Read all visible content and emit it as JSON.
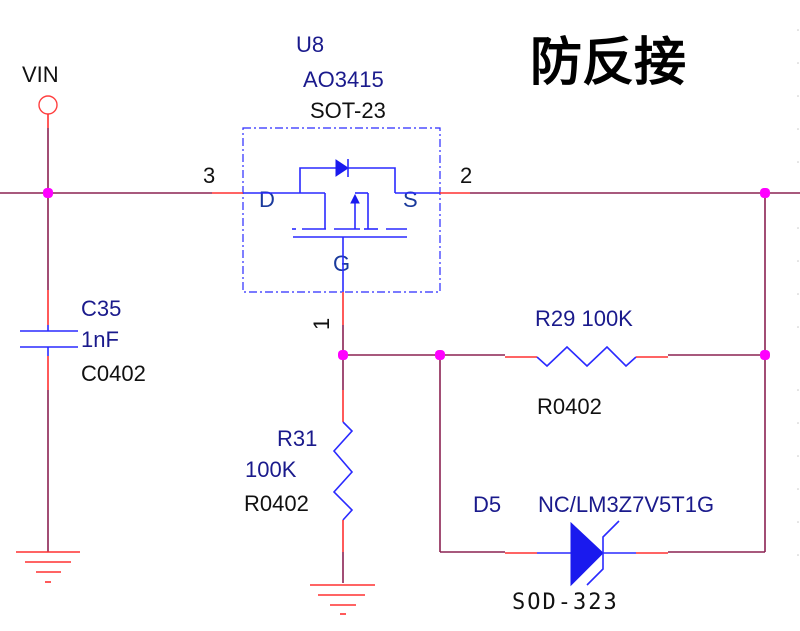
{
  "title": "防反接",
  "net_labels": {
    "vin": "VIN"
  },
  "components": {
    "u8": {
      "ref": "U8",
      "part": "AO3415",
      "package": "SOT-23",
      "pin_d_label": "D",
      "pin_s_label": "S",
      "pin_g_label": "G",
      "pin_d_num": "3",
      "pin_s_num": "2",
      "pin_g_num": "1"
    },
    "c35": {
      "ref": "C35",
      "value": "1nF",
      "package": "C0402"
    },
    "r31": {
      "ref": "R31",
      "value": "100K",
      "package": "R0402"
    },
    "r29": {
      "ref_value": "R29 100K",
      "package": "R0402"
    },
    "d5": {
      "ref": "D5",
      "part": "NC/LM3Z7V5T1G",
      "package": "SOD-323"
    }
  },
  "colors": {
    "wire": "#8b2252",
    "pin": "#ff3030",
    "symbol": "#2a2aff",
    "junction": "#ff00ff",
    "designator": "#1a1a8c"
  }
}
